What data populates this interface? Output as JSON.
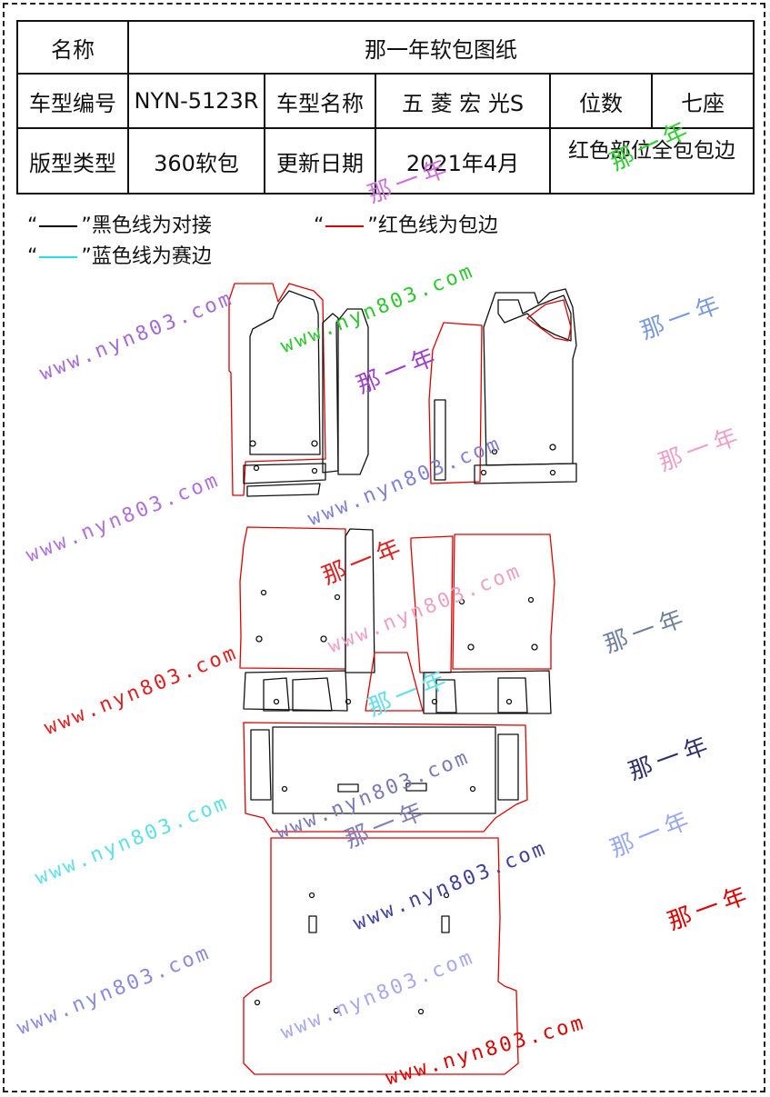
{
  "header": {
    "name_label": "名称",
    "title": "那一年软包图纸",
    "model_code_label": "车型编号",
    "model_code": "NYN-5123R",
    "model_name_label": "车型名称",
    "model_name": "五 菱 宏 光S",
    "seats_label": "位数",
    "seats": "七座",
    "pattern_type_label": "版型类型",
    "pattern_type": "360软包",
    "update_label": "更新日期",
    "update_date": "2021年4月",
    "red_parts_note": "红色部位全包包边"
  },
  "legend": {
    "black": {
      "open_quote": "“",
      "close_quote": "”",
      "text": "黑色线为对接",
      "color": "#000000"
    },
    "red": {
      "open_quote": "“",
      "close_quote": "”",
      "text": "红色线为包边",
      "color": "#e00000"
    },
    "blue": {
      "open_quote": "“",
      "close_quote": "”",
      "text": "蓝色线为赛边",
      "color": "#1ee0f0"
    }
  },
  "watermarks": {
    "url": "www.nyn803.com",
    "brand": "那一年"
  }
}
